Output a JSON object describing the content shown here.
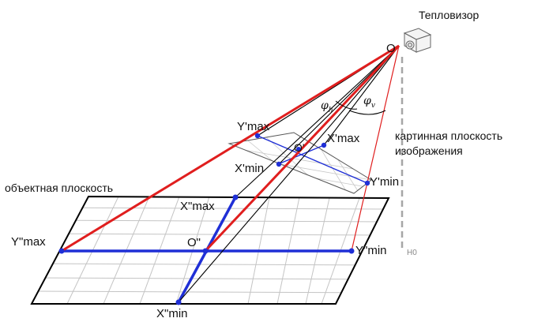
{
  "labels": {
    "camera_title": "Тепловизор",
    "origin": "O",
    "origin_prime": "O'",
    "origin_double": "O\"",
    "phi_h": "φ",
    "phi_h_sub": "h",
    "phi_v": "φ",
    "phi_v_sub": "v",
    "image_plane_line1": "картинная плоскость",
    "image_plane_line2": "изображения",
    "object_plane": "объектная плоскость",
    "y_prime_max": "Y'max",
    "x_prime_max": "X'max",
    "x_prime_min": "X'min",
    "y_prime_min": "Y'min",
    "y_dbl_max": "Y\"max",
    "x_dbl_max": "X\"max",
    "y_dbl_min": "Y\"min",
    "x_dbl_min": "X\"min",
    "h0": "H0"
  },
  "colors": {
    "red": "#e01e1e",
    "blue": "#1f2fd6",
    "grid": "#bfbfbf",
    "black": "#000000",
    "dashed_gray": "#a0a0a0"
  }
}
